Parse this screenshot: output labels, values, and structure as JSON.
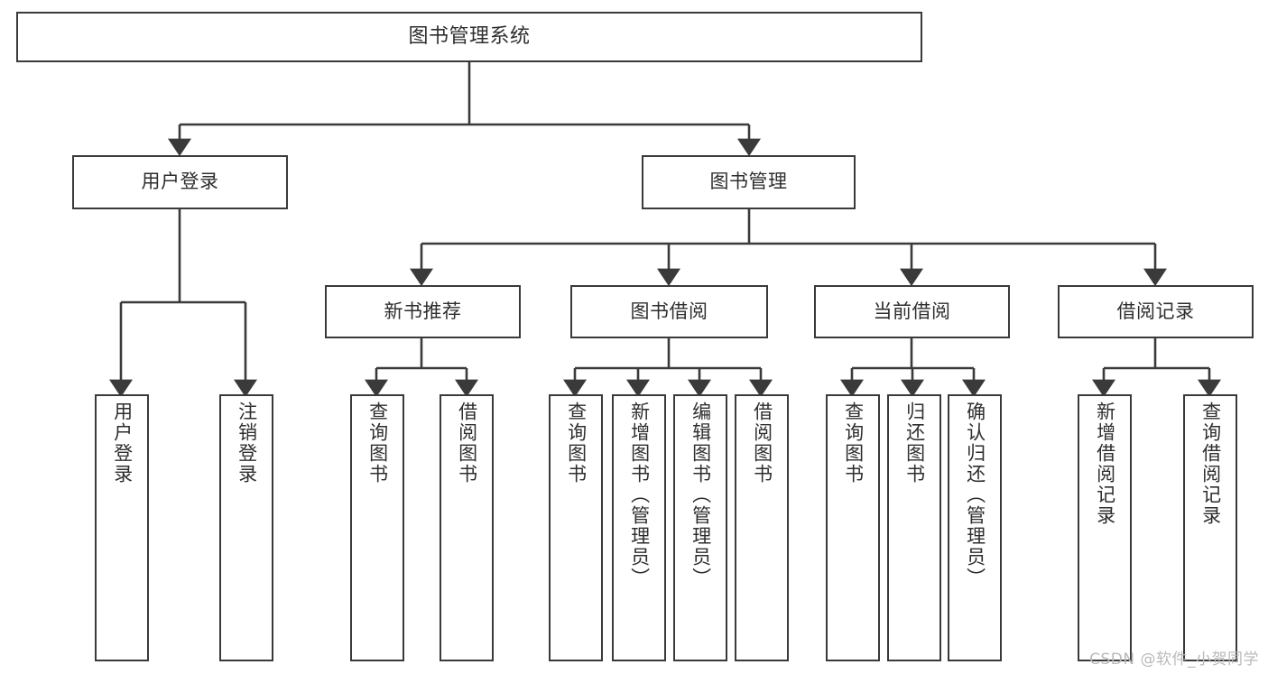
{
  "diagram": {
    "type": "tree-hierarchy",
    "title": "图书管理系统",
    "watermark": "CSDN @软件_小贺同学",
    "colors": {
      "background": "#ffffff",
      "box_border": "#3a3a3a",
      "box_fill": "#ffffff",
      "text": "#2e2e2e",
      "connector": "#3a3a3a",
      "watermark": "#b9b9b9"
    },
    "levels": [
      {
        "level": 1,
        "nodes": [
          {
            "id": "root",
            "label": "图书管理系统",
            "orientation": "horizontal"
          }
        ]
      },
      {
        "level": 2,
        "nodes": [
          {
            "id": "login",
            "label": "用户登录",
            "orientation": "horizontal",
            "parent": "root"
          },
          {
            "id": "bookmgmt",
            "label": "图书管理",
            "orientation": "horizontal",
            "parent": "root"
          }
        ]
      },
      {
        "level": 3,
        "nodes": [
          {
            "id": "newbook",
            "label": "新书推荐",
            "orientation": "horizontal",
            "parent": "bookmgmt"
          },
          {
            "id": "borrow",
            "label": "图书借阅",
            "orientation": "horizontal",
            "parent": "bookmgmt"
          },
          {
            "id": "current",
            "label": "当前借阅",
            "orientation": "horizontal",
            "parent": "bookmgmt"
          },
          {
            "id": "records",
            "label": "借阅记录",
            "orientation": "horizontal",
            "parent": "bookmgmt"
          }
        ]
      },
      {
        "level": 4,
        "nodes": [
          {
            "id": "leaf1",
            "label": "用户登录",
            "orientation": "vertical",
            "parent": "login"
          },
          {
            "id": "leaf2",
            "label": "注销登录",
            "orientation": "vertical",
            "parent": "login"
          },
          {
            "id": "leaf3",
            "label": "查询图书",
            "orientation": "vertical",
            "parent": "newbook"
          },
          {
            "id": "leaf4",
            "label": "借阅图书",
            "orientation": "vertical",
            "parent": "newbook"
          },
          {
            "id": "leaf5",
            "label": "查询图书",
            "orientation": "vertical",
            "parent": "borrow"
          },
          {
            "id": "leaf6",
            "label": "新增图书（管理员）",
            "orientation": "vertical",
            "parent": "borrow"
          },
          {
            "id": "leaf7",
            "label": "编辑图书（管理员）",
            "orientation": "vertical",
            "parent": "borrow"
          },
          {
            "id": "leaf8",
            "label": "借阅图书",
            "orientation": "vertical",
            "parent": "borrow"
          },
          {
            "id": "leaf9",
            "label": "查询图书",
            "orientation": "vertical",
            "parent": "current"
          },
          {
            "id": "leaf10",
            "label": "归还图书",
            "orientation": "vertical",
            "parent": "current"
          },
          {
            "id": "leaf11",
            "label": "确认归还（管理员）",
            "orientation": "vertical",
            "parent": "current"
          },
          {
            "id": "leaf12",
            "label": "新增借阅记录",
            "orientation": "vertical",
            "parent": "records"
          },
          {
            "id": "leaf13",
            "label": "查询借阅记录",
            "orientation": "vertical",
            "parent": "records"
          }
        ]
      }
    ]
  }
}
